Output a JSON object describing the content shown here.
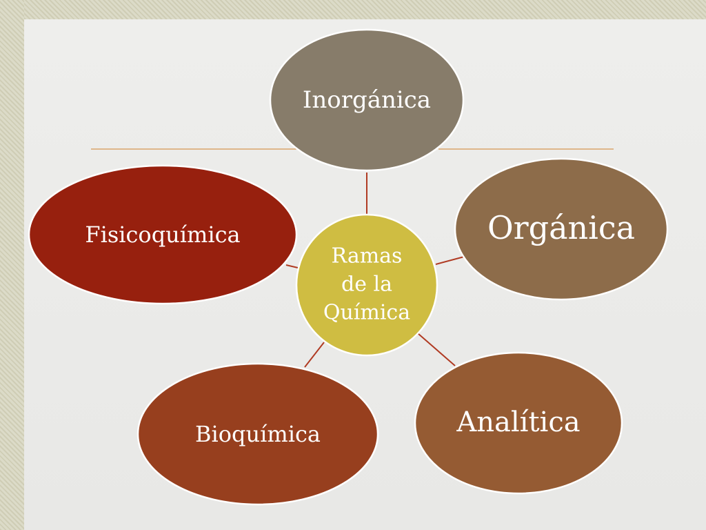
{
  "center": {
    "lines": [
      "Ramas",
      "de la",
      "Química"
    ],
    "fill": "#cfbd42",
    "text_color": "#ffffff"
  },
  "nodes": [
    {
      "id": "inorganica",
      "label": "Inorgánica",
      "fill": "#877c6a"
    },
    {
      "id": "organica",
      "label": "Orgánica",
      "fill": "#8d6c4a"
    },
    {
      "id": "analitica",
      "label": "Analítica",
      "fill": "#955b33"
    },
    {
      "id": "bioquimica",
      "label": "Bioquímica",
      "fill": "#973f1e"
    },
    {
      "id": "fisicoquimica",
      "label": "Fisicoquímica",
      "fill": "#97200e"
    }
  ],
  "colors": {
    "connector": "#b03a22",
    "rule": "#d9a46a",
    "node_border": "#ffffff",
    "background": "#ececea"
  }
}
